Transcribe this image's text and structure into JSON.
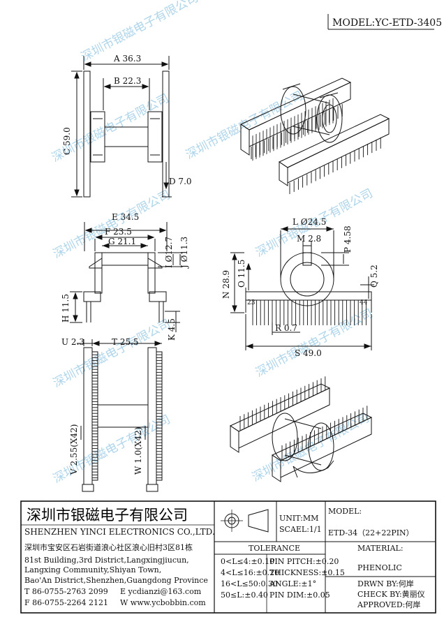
{
  "header": {
    "model": "MODEL:YC-ETD-3405"
  },
  "dimensions": {
    "A": "A 36.3",
    "B": "B 22.3",
    "C": "C 59.0",
    "D": "D 7.0",
    "E": "E 34.5",
    "F": "F 23.5",
    "G": "G 21.1",
    "H": "H 11.5",
    "I": "I Ø12.7",
    "J": "J Ø11.3",
    "K": "K 4.5",
    "L": "L Ø24.5",
    "M": "M 2.8",
    "N": "N 28.9",
    "O": "O 11.5",
    "P": "P 4.58",
    "Q": "Q 5.2",
    "R": "R 0.7",
    "S": "S 49.0",
    "T": "T 25.5",
    "U": "U 2.3",
    "V": "V 2.55(X42)",
    "W": "W 1.0(X42)",
    "pin_left": "23",
    "pin_right": "44"
  },
  "watermark": "深圳市银磁电子有限公司",
  "title_block": {
    "company_cn": "深圳市银磁电子有限公司",
    "company_en": "SHENZHEN YINCI ELECTRONICS CO.,LTD.",
    "address_cn": "深圳市宝安区石岩街道浪心社区浪心旧村3区81栋",
    "address_en_1": "81st Building,3rd District,Langxingjiucun,",
    "address_en_2": "Langxing Community,Shiyan Town,",
    "address_en_3": "Bao'An District,Shenzhen,Guangdong Province",
    "tel": "T 86-0755-2763 2099",
    "email": "E ycdianzi@163.com",
    "fax": "F 86-0755-2264 2121",
    "web": "W www.ycbobbin.com",
    "unit": "UNIT:MM",
    "scale": "SCAEL:1/1",
    "model_label": "MODEL:",
    "model_value": "ETD-34（22+22PIN）",
    "tolerance_label": "TOLERANCE",
    "tol_1": "0<L≤4:±0.10",
    "tol_2": "4<L≤16:±0.20",
    "tol_3": "16<L≤50:0.30",
    "tol_4": "50≤L:±0.40",
    "tol_5": "PIN PITCH:±0.20",
    "tol_6": "THICKNESS:±0.15",
    "tol_7": "ANGLE:±1°",
    "tol_8": "PIN DIM:±0.05",
    "material_label": "MATERIAL:",
    "material_value": "PHENOLIC",
    "drawn": "DRWN BY:何岸",
    "check": "CHECK BY:黄丽仪",
    "approved": "APPROVED:何岸"
  }
}
